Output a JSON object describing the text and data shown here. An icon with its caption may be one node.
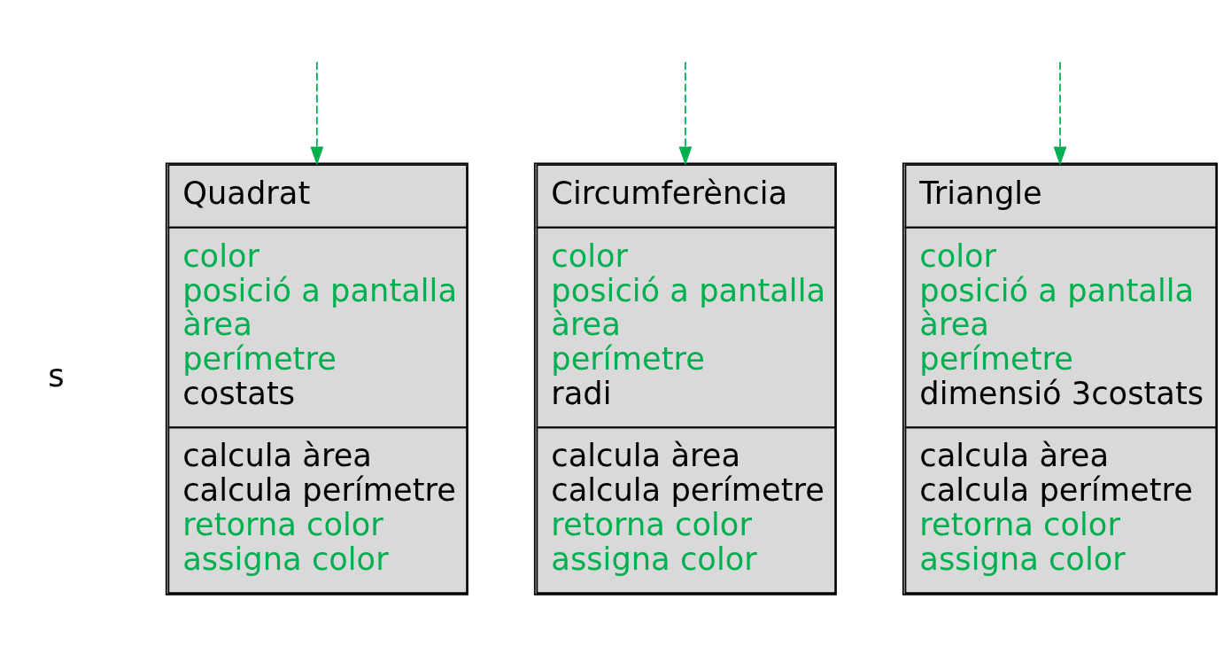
{
  "diagram": {
    "nodes": [
      {
        "text": [
          "Quadrat",
          "color",
          "posició a pantalla",
          "àrea",
          "perímetre",
          "costats",
          "calcula àrea",
          "calcula perímetre",
          "retorna color",
          "assigna color"
        ]
      },
      {
        "text": [
          "Circumferència",
          "color",
          "posició a pantalla",
          "àrea",
          "perímetre",
          "radi",
          "calcula àrea",
          "calcula perímetre",
          "retorna color",
          "assigna color"
        ]
      },
      {
        "text": [
          "Triangle",
          "color",
          "posició a pantalla",
          "àrea",
          "perímetre",
          "dimensió 3costats",
          "calcula àrea",
          "calcula perímetre",
          "retorna color",
          "assigna color"
        ]
      }
    ],
    "edges": [
      {
        "from": null,
        "to": 0,
        "arrow": "to",
        "style": "dashed",
        "color": "#00b050"
      },
      {
        "from": null,
        "to": 1,
        "arrow": "to",
        "style": "dashed",
        "color": "#00b050"
      },
      {
        "from": null,
        "to": 2,
        "arrow": "to",
        "style": "dashed",
        "color": "#00b050"
      }
    ],
    "labels": [
      "s"
    ]
  }
}
